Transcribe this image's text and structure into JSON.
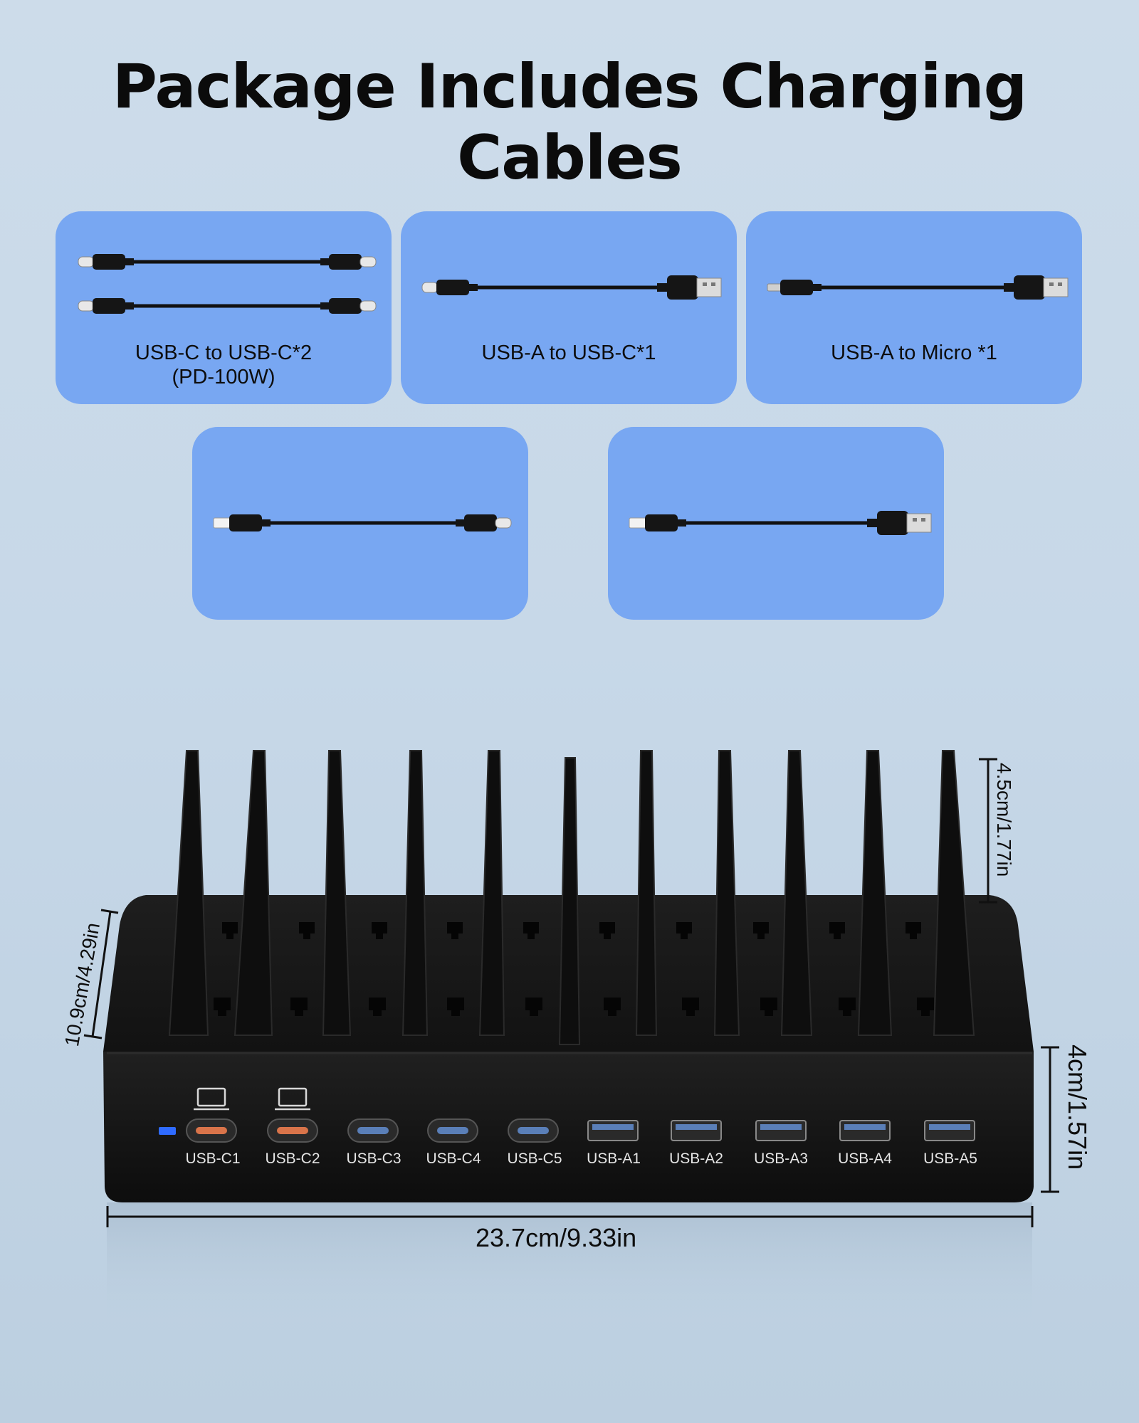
{
  "title": "Package Includes Charging Cables",
  "cables": [
    {
      "label": "USB-C to USB-C*2",
      "sublabel": "(PD-100W)",
      "type": "c-to-c-pair"
    },
    {
      "label": "USB-A to USB-C*1",
      "type": "a-to-c"
    },
    {
      "label": "USB-A to Micro *1",
      "type": "a-to-micro"
    },
    {
      "label": "",
      "type": "c-to-lightning"
    },
    {
      "label": "",
      "type": "a-to-lightning"
    }
  ],
  "ports": [
    "USB-C1",
    "USB-C2",
    "USB-C3",
    "USB-C4",
    "USB-C5",
    "USB-A1",
    "USB-A2",
    "USB-A3",
    "USB-A4",
    "USB-A5"
  ],
  "dimensions": {
    "width": "23.7cm/9.33in",
    "depth": "10.9cm/4.29in",
    "height": "4cm/1.57in",
    "divider_height": "4.5cm/1.77in"
  },
  "colors": {
    "card": "#78a7f2",
    "device": "#1a1a1a",
    "pd_port": "#d9744a",
    "standard_port": "#5a7fb8",
    "led": "#2f6bff"
  }
}
